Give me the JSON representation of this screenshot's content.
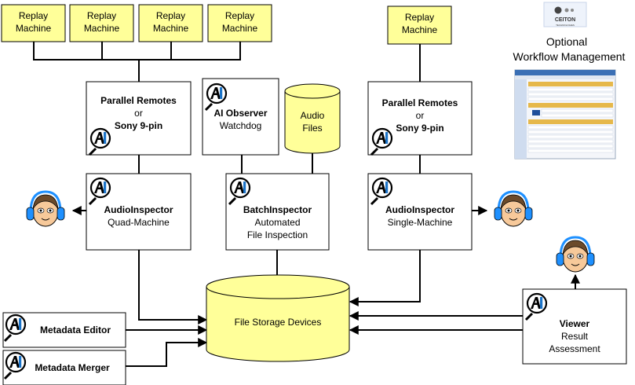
{
  "replay_machines": [
    {
      "line1": "Replay",
      "line2": "Machine"
    },
    {
      "line1": "Replay",
      "line2": "Machine"
    },
    {
      "line1": "Replay",
      "line2": "Machine"
    },
    {
      "line1": "Replay",
      "line2": "Machine"
    },
    {
      "line1": "Replay",
      "line2": "Machine"
    }
  ],
  "parallel_remotes_left": {
    "title": "Parallel Remotes",
    "or": "or",
    "sub": "Sony 9-pin"
  },
  "parallel_remotes_right": {
    "title": "Parallel Remotes",
    "or": "or",
    "sub": "Sony 9-pin"
  },
  "ai_observer": {
    "title": "AI Observer",
    "sub": "Watchdog"
  },
  "audio_files": {
    "line1": "Audio",
    "line2": "Files"
  },
  "audio_inspector_quad": {
    "title": "AudioInspector",
    "sub": "Quad-Machine"
  },
  "batch_inspector": {
    "title": "BatchInspector",
    "sub1": "Automated",
    "sub2": "File Inspection"
  },
  "audio_inspector_single": {
    "title": "AudioInspector",
    "sub": "Single-Machine"
  },
  "storage": {
    "label": "File Storage Devices"
  },
  "metadata_editor": {
    "label": "Metadata Editor"
  },
  "metadata_merger": {
    "label": "Metadata Merger"
  },
  "viewer": {
    "title": "Viewer",
    "sub1": "Result",
    "sub2": "Assessment"
  },
  "ceiton": {
    "logo_text": "CEITON",
    "logo_sub": "TECHNOLOGIES",
    "line1": "Optional",
    "line2": "Workflow Management"
  },
  "colors": {
    "box_yellow": "#ffff99",
    "headphone_blue": "#1e90ff",
    "face": "#f7c99a",
    "logo_blue": "#1a73c8"
  }
}
